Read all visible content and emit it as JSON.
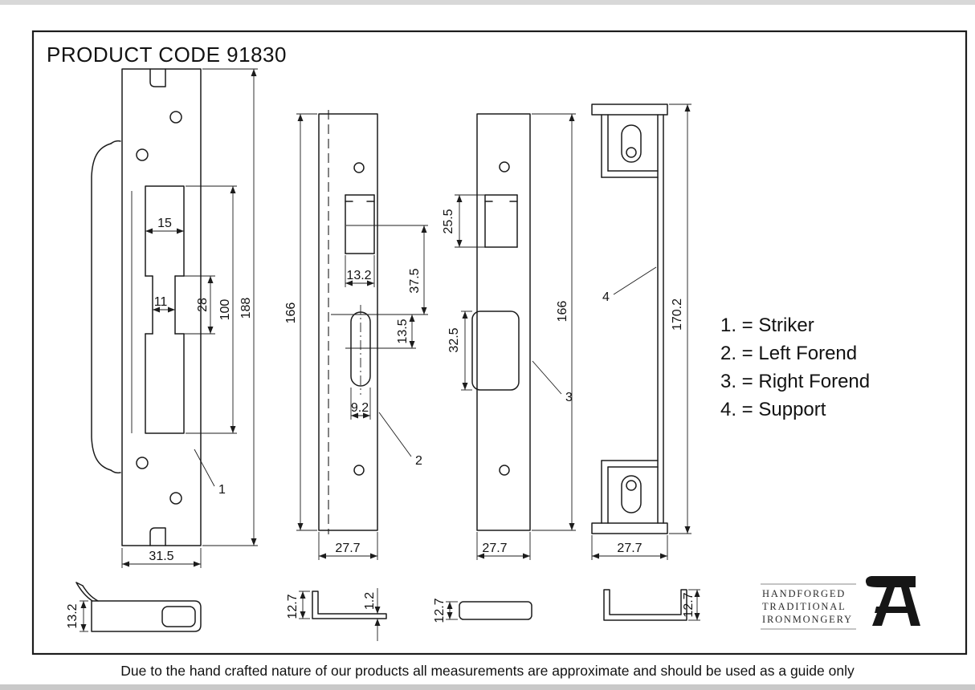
{
  "title": "PRODUCT CODE 91830",
  "disclaimer": "Due to the hand crafted nature of our products all measurements are approximate and should be used as a guide only",
  "legend": {
    "item1": "1. = Striker",
    "item2": "2. = Left Forend",
    "item3": "3. = Right Forend",
    "item4": "4. = Support"
  },
  "brand": {
    "line1": "HANDFORGED",
    "line2": "TRADITIONAL",
    "line3": "IRONMONGERY"
  },
  "colors": {
    "line": "#1c1c1c",
    "text": "#121212"
  },
  "parts": {
    "striker": {
      "ref": "1",
      "cutout_top_width": "15",
      "cutout_mid_width": "11",
      "cutout_mid_height": "28",
      "cutout_height": "100",
      "plate_length": "188",
      "plate_width": "31.5",
      "lip_depth": "13.2"
    },
    "left_forend": {
      "ref": "2",
      "plate_length": "166",
      "latch_width": "13.2",
      "latch_to_bolt": "37.5",
      "bolt_offset": "13.5",
      "bolt_width": "9.2",
      "plate_width": "27.7",
      "profile_width": "12.7",
      "thickness": "1.2"
    },
    "right_forend": {
      "ref": "3",
      "latch_height": "25.5",
      "bolt_height": "32.5",
      "plate_length": "166",
      "plate_width": "27.7",
      "profile_width": "12.7"
    },
    "support": {
      "ref": "4",
      "length": "170.2",
      "width": "27.7",
      "profile_width": "12.7"
    }
  }
}
